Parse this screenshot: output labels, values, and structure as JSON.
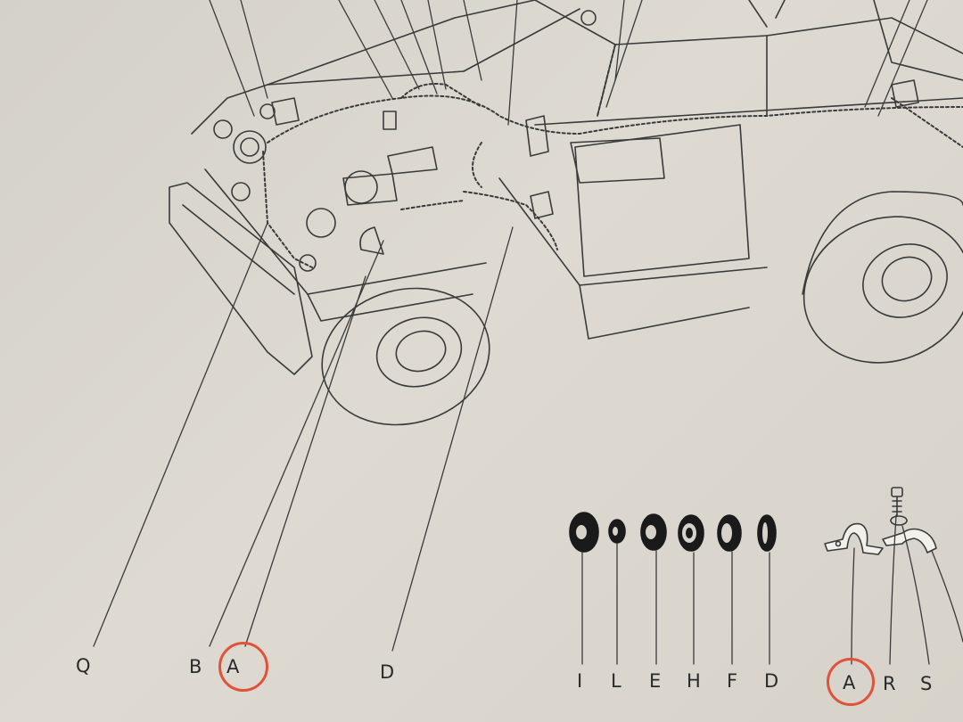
{
  "callouts": {
    "Q": "Q",
    "B": "B",
    "A_main": "A",
    "D_main": "D",
    "I": "I",
    "L": "L",
    "E": "E",
    "H": "H",
    "F": "F",
    "D_grommet": "D",
    "A_clip": "A",
    "R": "R",
    "S": "S"
  },
  "highlights": {
    "color": "#e0533a",
    "circled_labels": [
      "A_main",
      "A_clip"
    ]
  },
  "colors": {
    "paper": "#d9d5cc",
    "ink": "#2a2a2a"
  }
}
